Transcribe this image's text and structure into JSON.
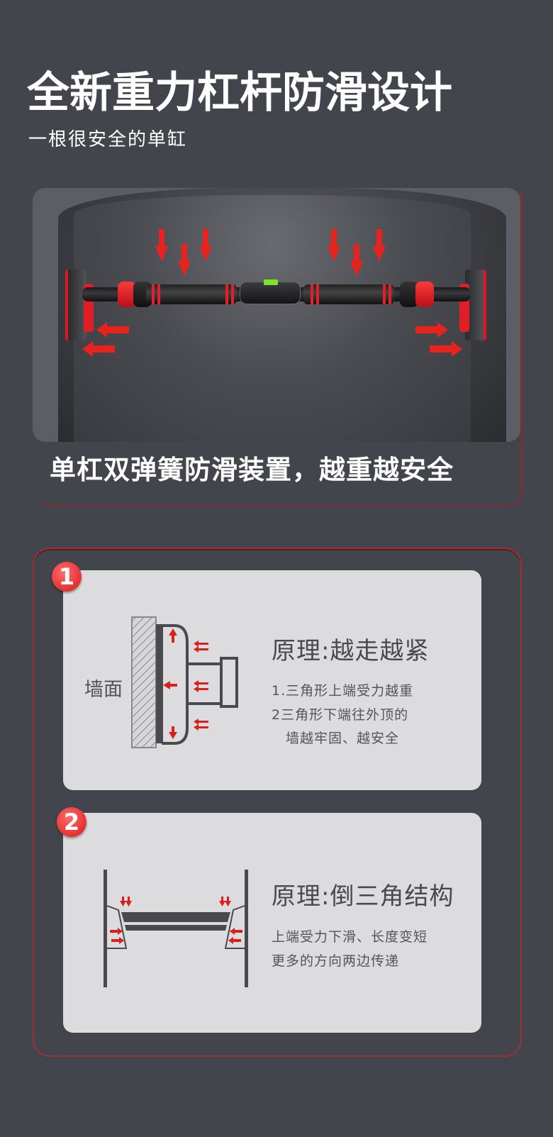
{
  "header": {
    "title": "全新重力杠杆防滑设计",
    "subtitle": "一根很安全的单缸"
  },
  "photo": {
    "caption": "单杠双弹簧防滑装置，越重越安全",
    "accent_color": "#e8231e",
    "level_color": "#7ee12a"
  },
  "principles": [
    {
      "badge": "1",
      "wall_label": "墙面",
      "title": "原理:越走越紧",
      "lines": [
        "1.三角形上端受力越重",
        "2三角形下端往外顶的",
        "墙越牢固、越安全"
      ]
    },
    {
      "badge": "2",
      "title": "原理:倒三角结构",
      "lines": [
        "上端受力下滑、长度变短",
        "更多的方向两边传递"
      ]
    }
  ],
  "colors": {
    "background": "#43454d",
    "card": "#dcdcde",
    "frame_red": "#9a3038",
    "badge_red": "#d81a1a"
  }
}
